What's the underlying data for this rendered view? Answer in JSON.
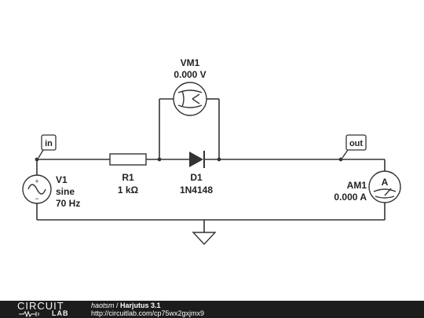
{
  "schematic": {
    "ports": {
      "in": "in",
      "out": "out"
    },
    "source": {
      "name": "V1",
      "type": "sine",
      "freq": "70 Hz"
    },
    "resistor": {
      "name": "R1",
      "value": "1 kΩ"
    },
    "diode": {
      "name": "D1",
      "part": "1N4148"
    },
    "voltmeter": {
      "name": "VM1",
      "reading": "0.000 V"
    },
    "ammeter": {
      "name": "AM1",
      "reading": "0.000 A",
      "symbol": "A"
    }
  },
  "footer": {
    "logo_main": "CIRCUIT",
    "logo_sub": "LAB",
    "author": "haotsm",
    "separator": " / ",
    "title": "Harjutus 3.1",
    "url": "http://circuitlab.com/cp75wx2gxjmx9"
  }
}
